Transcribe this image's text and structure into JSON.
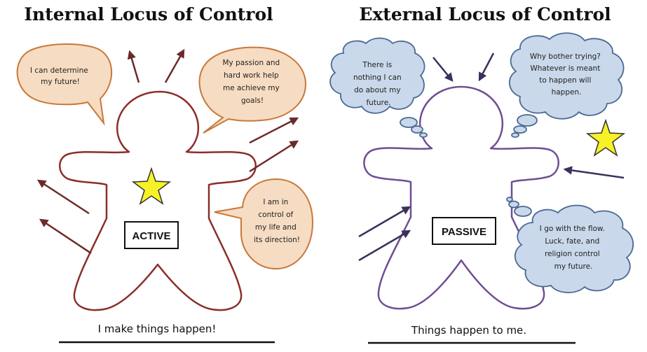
{
  "internal": {
    "title": "Internal Locus of Control",
    "bubbles": [
      [
        "I can determine",
        "my future!"
      ],
      [
        "My passion and",
        "hard work help",
        "me achieve my",
        "goals!"
      ],
      [
        "I am in",
        "control of",
        "my life and",
        "its direction!"
      ]
    ],
    "label": "ACTIVE",
    "caption": "I make things happen!"
  },
  "external": {
    "title": "External Locus of Control",
    "bubbles": [
      [
        "There is",
        "nothing I can",
        "do about my",
        "future."
      ],
      [
        "Why bother trying?",
        "Whatever is meant",
        "to happen will",
        "happen."
      ],
      [
        "I go with the flow.",
        "Luck, fate, and",
        "religion control",
        "my future."
      ]
    ],
    "label": "PASSIVE",
    "caption": "Things happen to me."
  },
  "colors": {
    "internal_outline": "#8b2e2a",
    "internal_arrow": "#6b2a2a",
    "speech_fill": "#f6dcc2",
    "speech_stroke": "#c8783a",
    "external_outline": "#6e4e93",
    "external_arrow": "#3d2f5e",
    "cloud_fill": "#c9d8ea",
    "cloud_stroke": "#4a6a94",
    "star_fill": "#f7f227",
    "star_stroke": "#333333"
  }
}
